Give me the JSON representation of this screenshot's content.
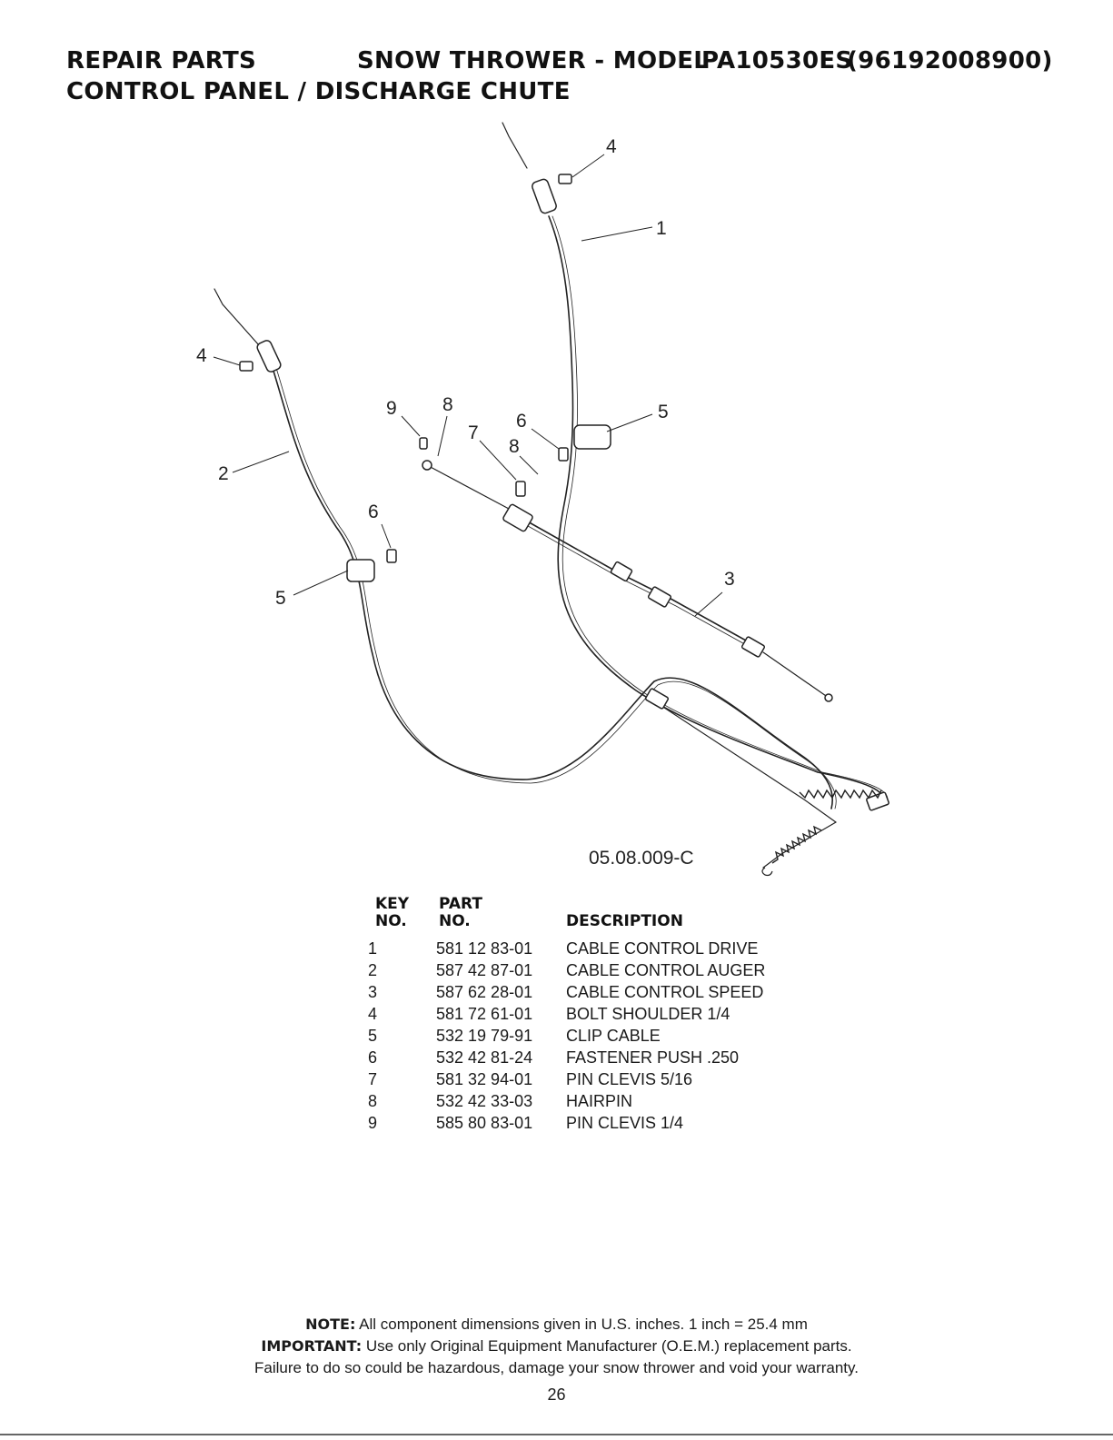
{
  "header": {
    "section": "REPAIR PARTS",
    "product": "SNOW THROWER - MODEL",
    "model": "PA10530ES",
    "model_number": "(96192008900)",
    "subtitle": "CONTROL PANEL / DISCHARGE CHUTE"
  },
  "diagram": {
    "drawing_code": "05.08.009-C",
    "callouts": [
      "4",
      "1",
      "4",
      "2",
      "9",
      "8",
      "7",
      "6",
      "8",
      "5",
      "6",
      "5",
      "3"
    ]
  },
  "parts_table": {
    "headers": {
      "key_line1": "KEY",
      "key_line2": "NO.",
      "part_line1": "PART",
      "part_line2": "NO.",
      "description": "DESCRIPTION"
    },
    "rows": [
      {
        "key": "1",
        "part": "581 12 83-01",
        "description": "CABLE CONTROL DRIVE"
      },
      {
        "key": "2",
        "part": "587 42 87-01",
        "description": "CABLE CONTROL AUGER"
      },
      {
        "key": "3",
        "part": "587 62 28-01",
        "description": "CABLE CONTROL SPEED"
      },
      {
        "key": "4",
        "part": "581 72 61-01",
        "description": "BOLT SHOULDER 1/4"
      },
      {
        "key": "5",
        "part": "532 19 79-91",
        "description": "CLIP CABLE"
      },
      {
        "key": "6",
        "part": "532 42 81-24",
        "description": "FASTENER PUSH .250"
      },
      {
        "key": "7",
        "part": "581 32 94-01",
        "description": "PIN CLEVIS 5/16"
      },
      {
        "key": "8",
        "part": "532 42 33-03",
        "description": "HAIRPIN"
      },
      {
        "key": "9",
        "part": "585 80 83-01",
        "description": "PIN CLEVIS 1/4"
      }
    ]
  },
  "footer": {
    "note_label": "NOTE:",
    "note_text": " All component dimensions given in U.S. inches.    1 inch = 25.4 mm",
    "important_label": "IMPORTANT:",
    "important_text": " Use only Original Equipment Manufacturer (O.E.M.) replacement parts.",
    "warning": "Failure to do so could be hazardous, damage your snow thrower and void your warranty.",
    "page_number": "26"
  }
}
